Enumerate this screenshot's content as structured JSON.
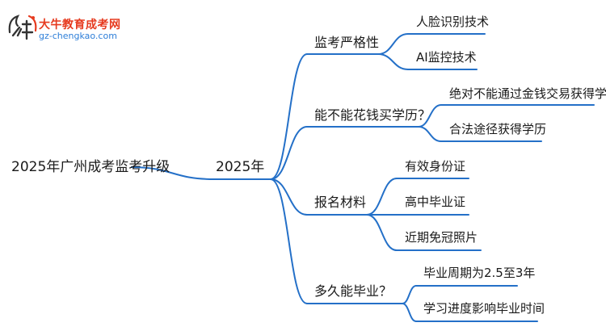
{
  "logo": {
    "name": "大牛教育成考网",
    "url": "gz-chengkao.com"
  },
  "colors": {
    "edge": "#2470c8",
    "text": "#1a1a1a",
    "brand_red": "#e63a1f",
    "brand_blue": "#2d7ed8"
  },
  "mindmap": {
    "root": "2025年广州成考监考升级",
    "center": "2025年",
    "branches": [
      {
        "label": "监考严格性",
        "children": [
          "人脸识别技术",
          "AI监控技术"
        ]
      },
      {
        "label": "能不能花钱买学历？",
        "children": [
          "绝对不能通过金钱交易获得学历",
          "合法途径获得学历"
        ]
      },
      {
        "label": "报名材料",
        "children": [
          "有效身份证",
          "高中毕业证",
          "近期免冠照片"
        ]
      },
      {
        "label": "多久能毕业？",
        "children": [
          "毕业周期为2.5至3年",
          "学习进度影响毕业时间"
        ]
      }
    ]
  }
}
